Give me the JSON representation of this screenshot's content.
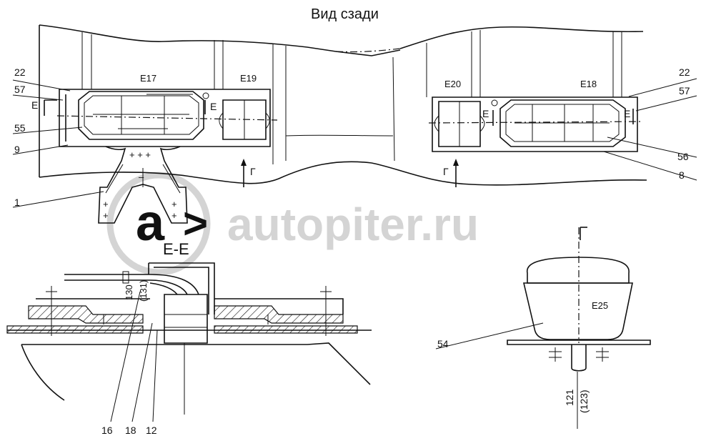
{
  "title": "Вид сзади",
  "section_label": "Е-Е",
  "watermark": "autopiter.ru",
  "zones": {
    "e17": "E17",
    "e18": "E18",
    "e19": "E19",
    "e20": "E20",
    "e25": "E25"
  },
  "callouts": {
    "c22_left": "22",
    "c57_left": "57",
    "c55": "55",
    "c9": "9",
    "c1": "1",
    "c22_right": "22",
    "c57_right": "57",
    "c56": "56",
    "c8": "8",
    "c54": "54",
    "c16": "16",
    "c18": "18",
    "c12": "12"
  },
  "section_marks": {
    "e1": "E",
    "e2": "E",
    "e3": "E",
    "e4": "E",
    "g1": "Г",
    "g2": "Г"
  },
  "wires": {
    "w130": "130",
    "w131": "(131)",
    "w121": "121",
    "w123": "(123)"
  }
}
